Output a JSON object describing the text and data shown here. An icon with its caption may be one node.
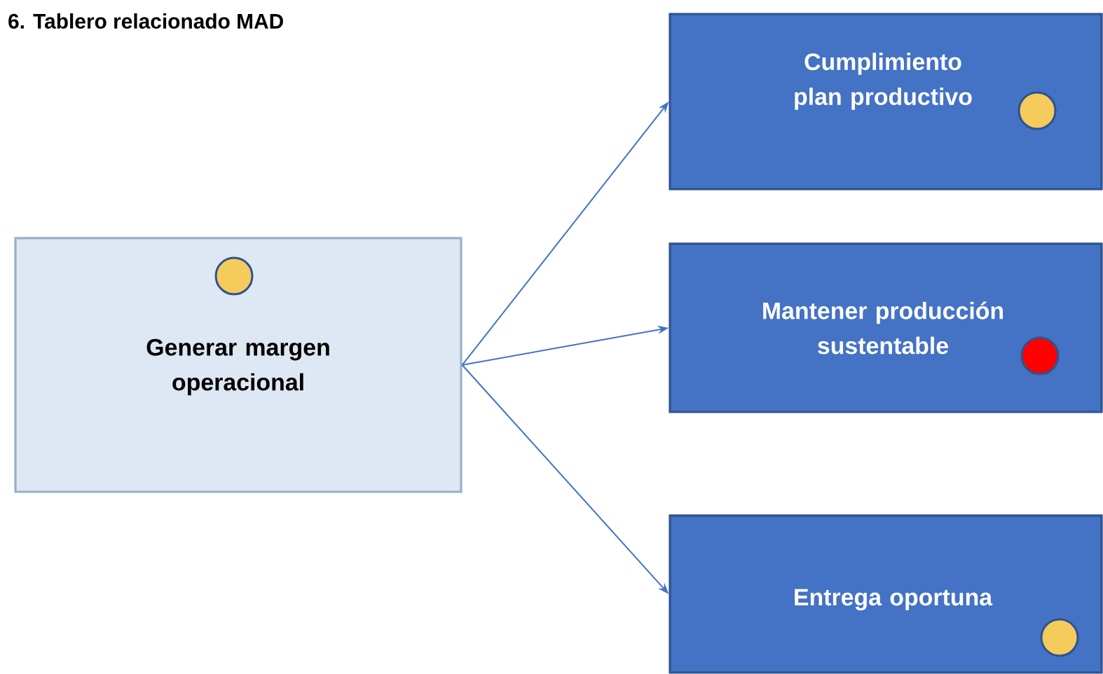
{
  "diagram": {
    "title": "6. Tablero relacionado MAD",
    "nodes": [
      {
        "text": [
          "Generar margen operacional"
        ]
      },
      {
        "text": [
          "Cumplimiento plan productivo"
        ]
      },
      {
        "text": [
          "Mantener producción sustentable"
        ]
      },
      {
        "text": [
          "Entrega oportuna"
        ]
      }
    ],
    "edges": [
      {
        "from": 0,
        "to": 1,
        "arrow": "to"
      },
      {
        "from": 0,
        "to": 2,
        "arrow": "to"
      },
      {
        "from": 0,
        "to": 3,
        "arrow": "to"
      }
    ]
  }
}
